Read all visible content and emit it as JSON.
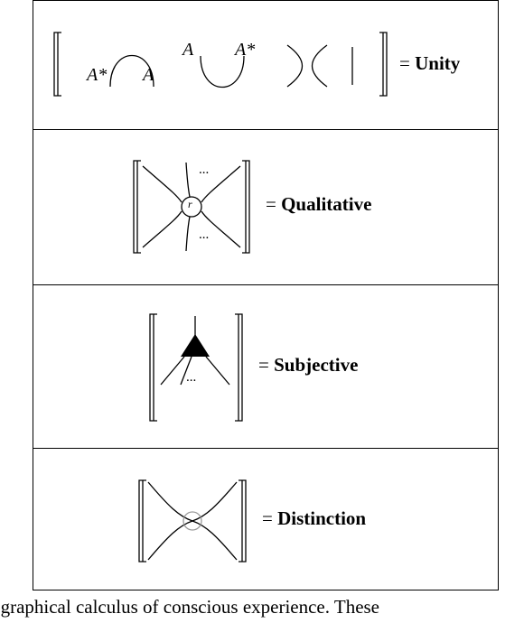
{
  "panels": [
    {
      "name": "Unity",
      "equals": "=",
      "strand_labels": [
        "A*",
        "A",
        "A",
        "A*"
      ]
    },
    {
      "name": "Qualitative",
      "equals": "=",
      "node_label": "r",
      "ellipsis_top": "...",
      "ellipsis_bottom": "..."
    },
    {
      "name": "Subjective",
      "equals": "=",
      "ellipsis": "..."
    },
    {
      "name": "Distinction",
      "equals": "="
    }
  ],
  "caption": "a graphical calculus of conscious experience.  These"
}
